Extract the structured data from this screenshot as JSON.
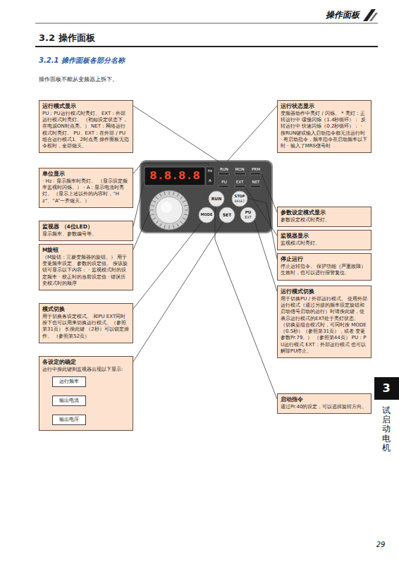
{
  "diagram": {
    "title": "3.2 操作面板",
    "nodes": [
      {
        "text": [
          "运行模式显示",
          "PU：PU运行模式时亮灯。 EXT：外部运行模式时亮灯。 （初始设定状态下，在电源ON时点亮。） NET：网络运行模式时亮灯。 PU、EXT：在外部 / PU组合运行模式1、2时点亮 操作面板无指令权时，全部熄灭。"
        ]
      },
      {
        "text": [
          "单位显示",
          "· Hz：显示频率时亮灯。 （显示设定频率监视时闪烁。） · A：显示电流时亮灯。 （显示上述以外的内容时，“Hz”、“A”一齐熄灭。）"
        ]
      },
      {
        "text": [
          "监视器 （4位LED）",
          "显示频率、参数编号等。"
        ]
      },
      {
        "text": [
          "M旋钮",
          "（M旋钮：三菱变频器的旋钮。） 用于变更频率设定、参数的设定值。 按该旋钮可显示以下内容： · 监视模式时的设定频率 · 校正时的当前设定值 · 错误历史模式时的顺序"
        ]
      },
      {
        "text": [
          "模式切换",
          "用于切换各设定模式。 和PU EXT同时按下也可以用来切换运行模式。（参照第31页） 长按此键 （2秒）可以锁定操作。 （参照第52页）"
        ]
      },
      {
        "text": [
          "各设定的确定",
          "运行中按此键则监视器出现以下显示:"
        ]
      },
      {
        "text": [
          "运行频率"
        ],
        "in": 5
      },
      {
        "text": [
          "输出电流"
        ],
        "in": 5
      },
      {
        "text": [
          "输出电压"
        ],
        "in": 5
      },
      {
        "text": [
          "运行状态显示",
          "变频器动作中亮灯 / 闪烁。 * 亮灯：正转运行中 缓慢闪烁（1.4秒循环）： 反转运行中 快速闪烁（0.2秒循环）： · 按RUN键或输入启动指令都无法运行时 · 有启动指令，频率指令在启动频率以下时 · 输入了MRS信号时"
        ]
      },
      {
        "text": [
          "参数设定模式显示",
          "参数设定模式时亮灯。"
        ]
      },
      {
        "text": [
          "监视器显示",
          "监视模式时亮灯。"
        ]
      },
      {
        "text": [
          "停止运行",
          "停止运转指令。 保护功能（严重故障）生效时，也可以进行报警复位。"
        ]
      },
      {
        "text": [
          "运行模式切换",
          "用于切换PU / 外部运行模式。 使用外部运行模式（通过另接的频率设定旋钮和启动信号启动的运行）时请按此键，使表示运行模式的EXT处于亮灯状态。 （切换至组合模式时，可同时按 MODE（0.5秒）（参照第31页），或者 变更参数Pr.79。） （参照第44页） PU：PU运行模式 EXT：外部运行模式 也可以解除PU停止。"
        ]
      },
      {
        "text": [
          "启动指令",
          "通过Pr.40的设定，可以选择旋转方向。"
        ]
      }
    ],
    "edges": [
      {
        "from": 6,
        "to": 7,
        "arrow": "to"
      },
      {
        "from": 7,
        "to": 8,
        "arrow": "to"
      },
      {
        "from": 8,
        "to": 6,
        "arrow": "to"
      }
    ],
    "labels": [
      "操作面板",
      "3.2.1 操作面板各部分名称",
      "操作面板不能从变频器上拆下。",
      "8.8.8.8",
      "Hz",
      "A",
      "RUN",
      "MON",
      "PRM",
      "PU",
      "EXT",
      "NET",
      "RUN",
      "STOP",
      "RESET",
      "MODE",
      "SET",
      "PU",
      "EXT",
      "3",
      "试启动电机",
      "29"
    ]
  }
}
